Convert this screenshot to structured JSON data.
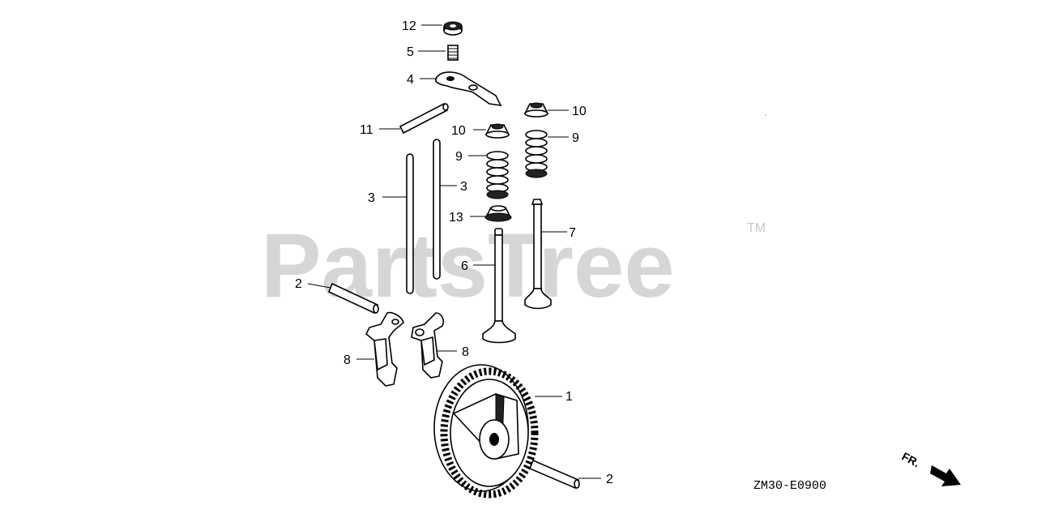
{
  "watermark": {
    "brand": "PartsTree",
    "trademark": "TM"
  },
  "diagram_code": "ZM30-E0900",
  "direction_marker": "FR.",
  "callouts": {
    "nut_12": "12",
    "adjuster_5": "5",
    "rocker_arm_4": "4",
    "pin_11": "11",
    "retainer_10_left": "10",
    "retainer_10_right": "10",
    "spring_9_left": "9",
    "spring_9_right": "9",
    "push_rod_3_left": "3",
    "push_rod_3_right": "3",
    "seal_13": "13",
    "valve_6": "6",
    "valve_7": "7",
    "shaft_2_upper": "2",
    "shaft_2_lower": "2",
    "lifter_8_left": "8",
    "lifter_8_right": "8",
    "camshaft_gear_1": "1"
  }
}
